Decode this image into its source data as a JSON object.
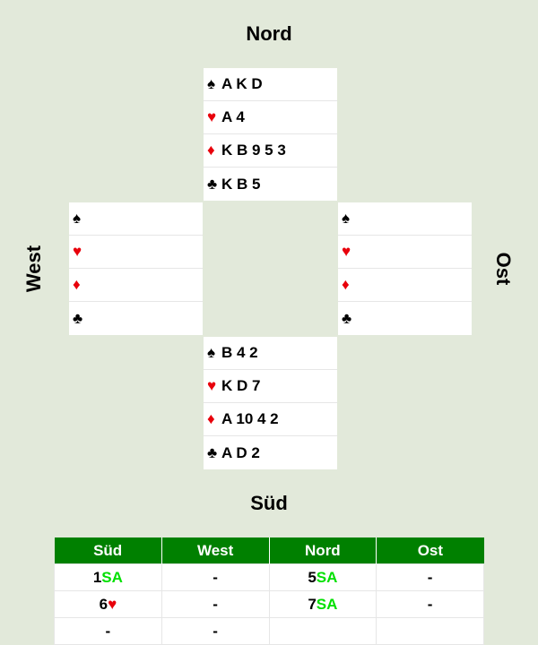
{
  "labels": {
    "north": "Nord",
    "south": "Süd",
    "west": "West",
    "east": "Ost"
  },
  "suits": {
    "spade": "♠",
    "heart": "♥",
    "diamond": "♦",
    "club": "♣"
  },
  "hands": {
    "north": {
      "spades": "A K D",
      "hearts": "A 4",
      "diamonds": "K B 9 5 3",
      "clubs": "K B 5"
    },
    "west": {
      "spades": "",
      "hearts": "",
      "diamonds": "",
      "clubs": ""
    },
    "east": {
      "spades": "",
      "hearts": "",
      "diamonds": "",
      "clubs": ""
    },
    "south": {
      "spades": "B 4 2",
      "hearts": "K D 7",
      "diamonds": "A 10 4 2",
      "clubs": "A D 2"
    }
  },
  "bidding": {
    "headers": [
      "Süd",
      "West",
      "Nord",
      "Ost"
    ],
    "rows": [
      [
        {
          "level": "1",
          "strain": "SA"
        },
        {
          "level": "-",
          "strain": ""
        },
        {
          "level": "5",
          "strain": "SA"
        },
        {
          "level": "-",
          "strain": ""
        }
      ],
      [
        {
          "level": "6",
          "strain": "♥"
        },
        {
          "level": "-",
          "strain": ""
        },
        {
          "level": "7",
          "strain": "SA"
        },
        {
          "level": "-",
          "strain": ""
        }
      ],
      [
        {
          "level": "-",
          "strain": ""
        },
        {
          "level": "-",
          "strain": ""
        },
        {
          "level": "",
          "strain": ""
        },
        {
          "level": "",
          "strain": ""
        }
      ]
    ]
  },
  "colors": {
    "background": "#e2e9da",
    "header": "#008000",
    "red_suit": "#e8000b",
    "notrump": "#00e000"
  }
}
